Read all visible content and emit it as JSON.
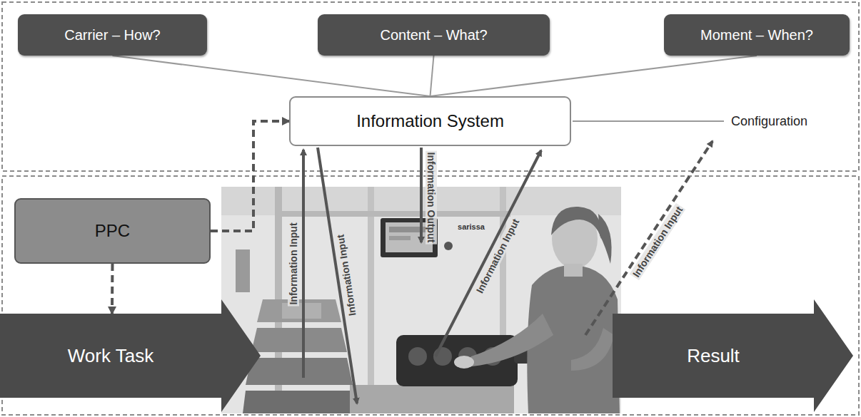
{
  "diagram": {
    "nodes": [
      {
        "text": [
          "Carrier – How?"
        ]
      },
      {
        "text": [
          "Content – What?"
        ]
      },
      {
        "text": [
          "Moment – When?"
        ]
      },
      {
        "text": [
          "Information System"
        ]
      },
      {
        "text": [
          "PPC"
        ]
      },
      {
        "text": [
          "Work Task"
        ]
      },
      {
        "text": [
          "Result"
        ]
      }
    ],
    "edges": [
      {
        "from": 0,
        "to": 3,
        "arrow": "none"
      },
      {
        "from": 1,
        "to": 3,
        "arrow": "none"
      },
      {
        "from": 2,
        "to": 3,
        "arrow": "none"
      },
      {
        "from": 4,
        "to": 3,
        "arrow": "to"
      },
      {
        "from": 4,
        "to": 5,
        "arrow": "to"
      }
    ],
    "labels": [
      "Configuration",
      "Information Input",
      "Information Input",
      "Information Output",
      "Information Input",
      "Information Input",
      "sarissa"
    ]
  }
}
